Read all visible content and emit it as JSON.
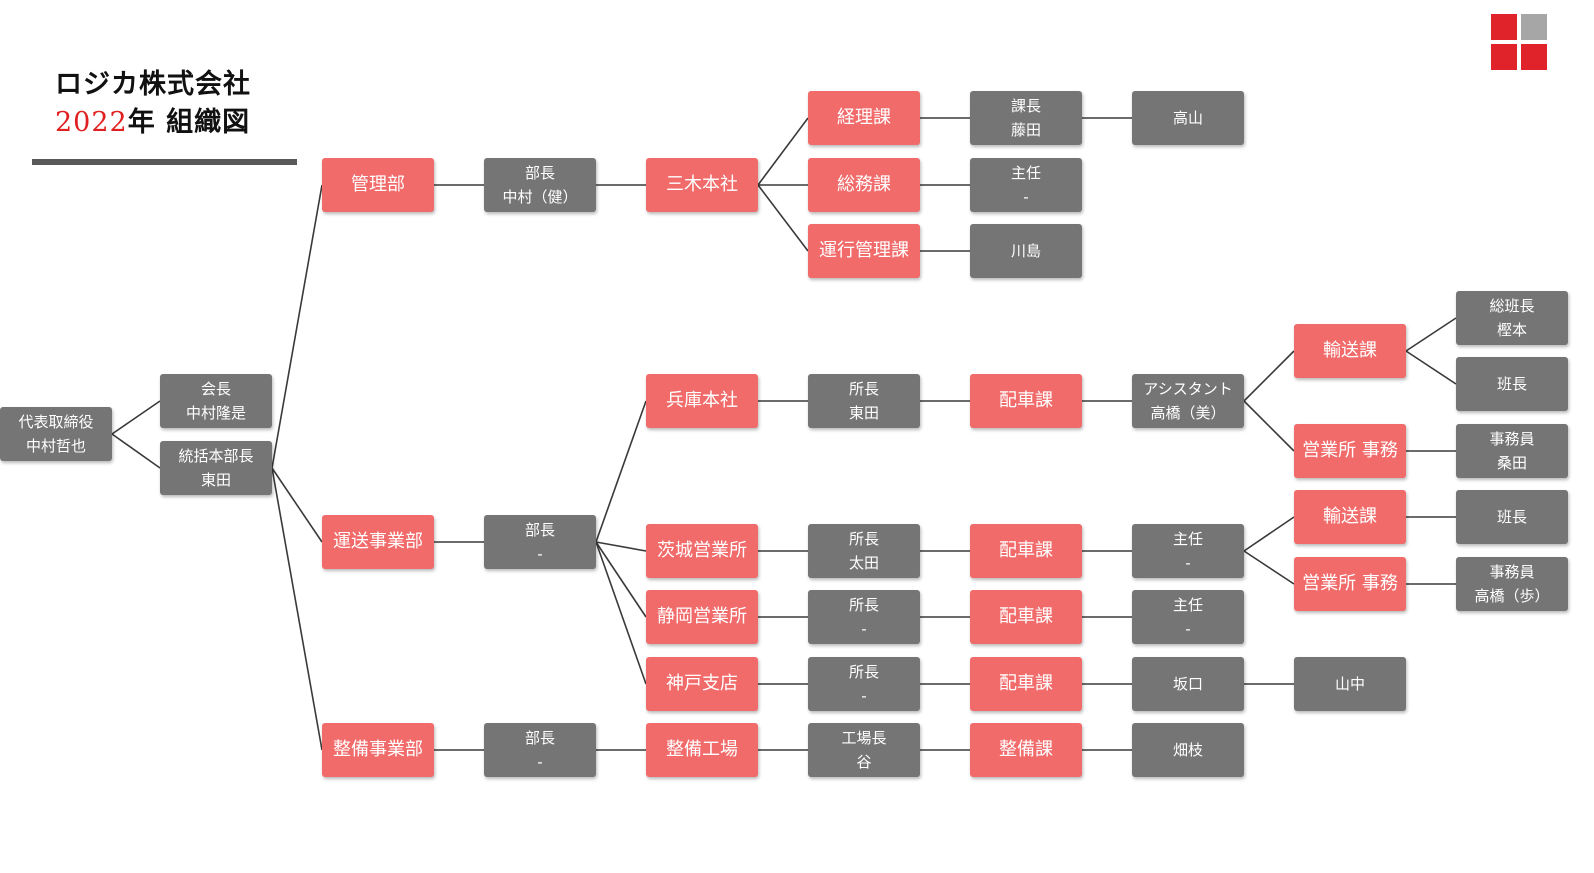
{
  "header": {
    "company": "ロジカ株式会社",
    "year": "2022",
    "title_suffix": "年 組織図"
  },
  "logo": {
    "colors": [
      "#e0232b",
      "#a6a6a6",
      "#e0232b",
      "#e0232b"
    ]
  },
  "colors": {
    "department": "#f26b6b",
    "person": "#757575",
    "line": "#3a3a3a"
  },
  "nodes": [
    {
      "id": "ceo",
      "type": "person",
      "lines": [
        "代表取締役",
        "中村哲也"
      ]
    },
    {
      "id": "chairman",
      "type": "person",
      "lines": [
        "会長",
        "中村隆是"
      ]
    },
    {
      "id": "gm",
      "type": "person",
      "lines": [
        "統括本部長",
        "東田"
      ]
    },
    {
      "id": "kanri",
      "type": "dept",
      "lines": [
        "管理部"
      ]
    },
    {
      "id": "kanri_head",
      "type": "person",
      "lines": [
        "部長",
        "中村（健）"
      ]
    },
    {
      "id": "miki",
      "type": "dept",
      "lines": [
        "三木本社"
      ]
    },
    {
      "id": "keiri",
      "type": "dept",
      "lines": [
        "経理課"
      ]
    },
    {
      "id": "keiri_head",
      "type": "person",
      "lines": [
        "課長",
        "藤田"
      ]
    },
    {
      "id": "takayama",
      "type": "person",
      "lines": [
        "高山"
      ]
    },
    {
      "id": "somu",
      "type": "dept",
      "lines": [
        "総務課"
      ]
    },
    {
      "id": "somu_head",
      "type": "person",
      "lines": [
        "主任",
        "-"
      ]
    },
    {
      "id": "unko",
      "type": "dept",
      "lines": [
        "運行管理課"
      ]
    },
    {
      "id": "kawashima",
      "type": "person",
      "lines": [
        "川島"
      ]
    },
    {
      "id": "unso",
      "type": "dept",
      "lines": [
        "運送事業部"
      ]
    },
    {
      "id": "unso_head",
      "type": "person",
      "lines": [
        "部長",
        "-"
      ]
    },
    {
      "id": "hyogo",
      "type": "dept",
      "lines": [
        "兵庫本社"
      ]
    },
    {
      "id": "hyogo_head",
      "type": "person",
      "lines": [
        "所長",
        "東田"
      ]
    },
    {
      "id": "hyogo_hs",
      "type": "dept",
      "lines": [
        "配車課"
      ]
    },
    {
      "id": "assistant",
      "type": "person",
      "lines": [
        "アシスタント",
        "高橋（美）"
      ]
    },
    {
      "id": "yuso1",
      "type": "dept",
      "lines": [
        "輸送課"
      ]
    },
    {
      "id": "sohancho",
      "type": "person",
      "lines": [
        "総班長",
        "樫本"
      ]
    },
    {
      "id": "hancho1",
      "type": "person",
      "lines": [
        "班長"
      ]
    },
    {
      "id": "eigyo1",
      "type": "dept",
      "lines": [
        "営業所 事務"
      ]
    },
    {
      "id": "jimu1",
      "type": "person",
      "lines": [
        "事務員",
        "桑田"
      ]
    },
    {
      "id": "ibaraki",
      "type": "dept",
      "lines": [
        "茨城営業所"
      ]
    },
    {
      "id": "ibaraki_head",
      "type": "person",
      "lines": [
        "所長",
        "太田"
      ]
    },
    {
      "id": "ibaraki_hs",
      "type": "dept",
      "lines": [
        "配車課"
      ]
    },
    {
      "id": "ibaraki_shunin",
      "type": "person",
      "lines": [
        "主任",
        "-"
      ]
    },
    {
      "id": "yuso2",
      "type": "dept",
      "lines": [
        "輸送課"
      ]
    },
    {
      "id": "hancho2",
      "type": "person",
      "lines": [
        "班長"
      ]
    },
    {
      "id": "eigyo2",
      "type": "dept",
      "lines": [
        "営業所 事務"
      ]
    },
    {
      "id": "jimu2",
      "type": "person",
      "lines": [
        "事務員",
        "高橋（歩）"
      ]
    },
    {
      "id": "shizuoka",
      "type": "dept",
      "lines": [
        "静岡営業所"
      ]
    },
    {
      "id": "shizuoka_head",
      "type": "person",
      "lines": [
        "所長",
        "-"
      ]
    },
    {
      "id": "shizuoka_hs",
      "type": "dept",
      "lines": [
        "配車課"
      ]
    },
    {
      "id": "shizuoka_shunin",
      "type": "person",
      "lines": [
        "主任",
        "-"
      ]
    },
    {
      "id": "kobe",
      "type": "dept",
      "lines": [
        "神戸支店"
      ]
    },
    {
      "id": "kobe_head",
      "type": "person",
      "lines": [
        "所長",
        "-"
      ]
    },
    {
      "id": "kobe_hs",
      "type": "dept",
      "lines": [
        "配車課"
      ]
    },
    {
      "id": "sakaguchi",
      "type": "person",
      "lines": [
        "坂口"
      ]
    },
    {
      "id": "yamanaka",
      "type": "person",
      "lines": [
        "山中"
      ]
    },
    {
      "id": "seibi",
      "type": "dept",
      "lines": [
        "整備事業部"
      ]
    },
    {
      "id": "seibi_head",
      "type": "person",
      "lines": [
        "部長",
        "-"
      ]
    },
    {
      "id": "kojo",
      "type": "dept",
      "lines": [
        "整備工場"
      ]
    },
    {
      "id": "kojo_head",
      "type": "person",
      "lines": [
        "工場長",
        "谷"
      ]
    },
    {
      "id": "seibika",
      "type": "dept",
      "lines": [
        "整備課"
      ]
    },
    {
      "id": "hatae",
      "type": "person",
      "lines": [
        "畑枝"
      ]
    }
  ],
  "edges": [
    [
      "ceo",
      "chairman"
    ],
    [
      "ceo",
      "gm"
    ],
    [
      "gm",
      "kanri"
    ],
    [
      "gm",
      "unso"
    ],
    [
      "gm",
      "seibi"
    ],
    [
      "kanri",
      "kanri_head"
    ],
    [
      "kanri_head",
      "miki"
    ],
    [
      "miki",
      "keiri"
    ],
    [
      "miki",
      "somu"
    ],
    [
      "miki",
      "unko"
    ],
    [
      "keiri",
      "keiri_head"
    ],
    [
      "keiri_head",
      "takayama"
    ],
    [
      "somu",
      "somu_head"
    ],
    [
      "unko",
      "kawashima"
    ],
    [
      "unso",
      "unso_head"
    ],
    [
      "unso_head",
      "hyogo"
    ],
    [
      "unso_head",
      "ibaraki"
    ],
    [
      "unso_head",
      "shizuoka"
    ],
    [
      "unso_head",
      "kobe"
    ],
    [
      "hyogo",
      "hyogo_head"
    ],
    [
      "hyogo_head",
      "hyogo_hs"
    ],
    [
      "hyogo_hs",
      "assistant"
    ],
    [
      "assistant",
      "yuso1"
    ],
    [
      "assistant",
      "eigyo1"
    ],
    [
      "yuso1",
      "sohancho"
    ],
    [
      "yuso1",
      "hancho1"
    ],
    [
      "eigyo1",
      "jimu1"
    ],
    [
      "ibaraki",
      "ibaraki_head"
    ],
    [
      "ibaraki_head",
      "ibaraki_hs"
    ],
    [
      "ibaraki_hs",
      "ibaraki_shunin"
    ],
    [
      "ibaraki_shunin",
      "yuso2"
    ],
    [
      "ibaraki_shunin",
      "eigyo2"
    ],
    [
      "yuso2",
      "hancho2"
    ],
    [
      "eigyo2",
      "jimu2"
    ],
    [
      "shizuoka",
      "shizuoka_head"
    ],
    [
      "shizuoka_head",
      "shizuoka_hs"
    ],
    [
      "shizuoka_hs",
      "shizuoka_shunin"
    ],
    [
      "kobe",
      "kobe_head"
    ],
    [
      "kobe_head",
      "kobe_hs"
    ],
    [
      "kobe_hs",
      "sakaguchi"
    ],
    [
      "sakaguchi",
      "yamanaka"
    ],
    [
      "seibi",
      "seibi_head"
    ],
    [
      "seibi_head",
      "kojo"
    ],
    [
      "kojo",
      "kojo_head"
    ],
    [
      "kojo_head",
      "seibika"
    ],
    [
      "seibika",
      "hatae"
    ]
  ]
}
